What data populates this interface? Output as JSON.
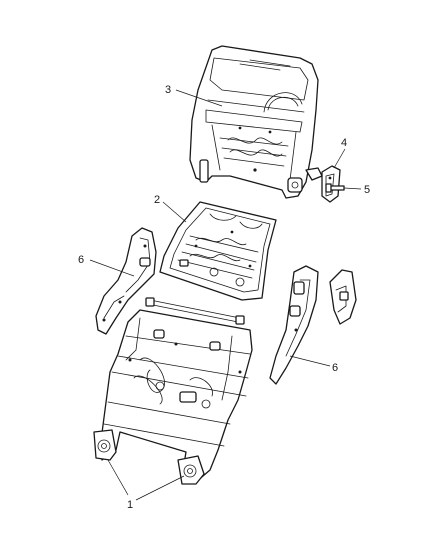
{
  "callouts": [
    {
      "id": "callout-1",
      "label": "1"
    },
    {
      "id": "callout-2",
      "label": "2"
    },
    {
      "id": "callout-3",
      "label": "3"
    },
    {
      "id": "callout-4",
      "label": "4"
    },
    {
      "id": "callout-5",
      "label": "5"
    },
    {
      "id": "callout-6-left",
      "label": "6"
    },
    {
      "id": "callout-6-right",
      "label": "6"
    }
  ]
}
